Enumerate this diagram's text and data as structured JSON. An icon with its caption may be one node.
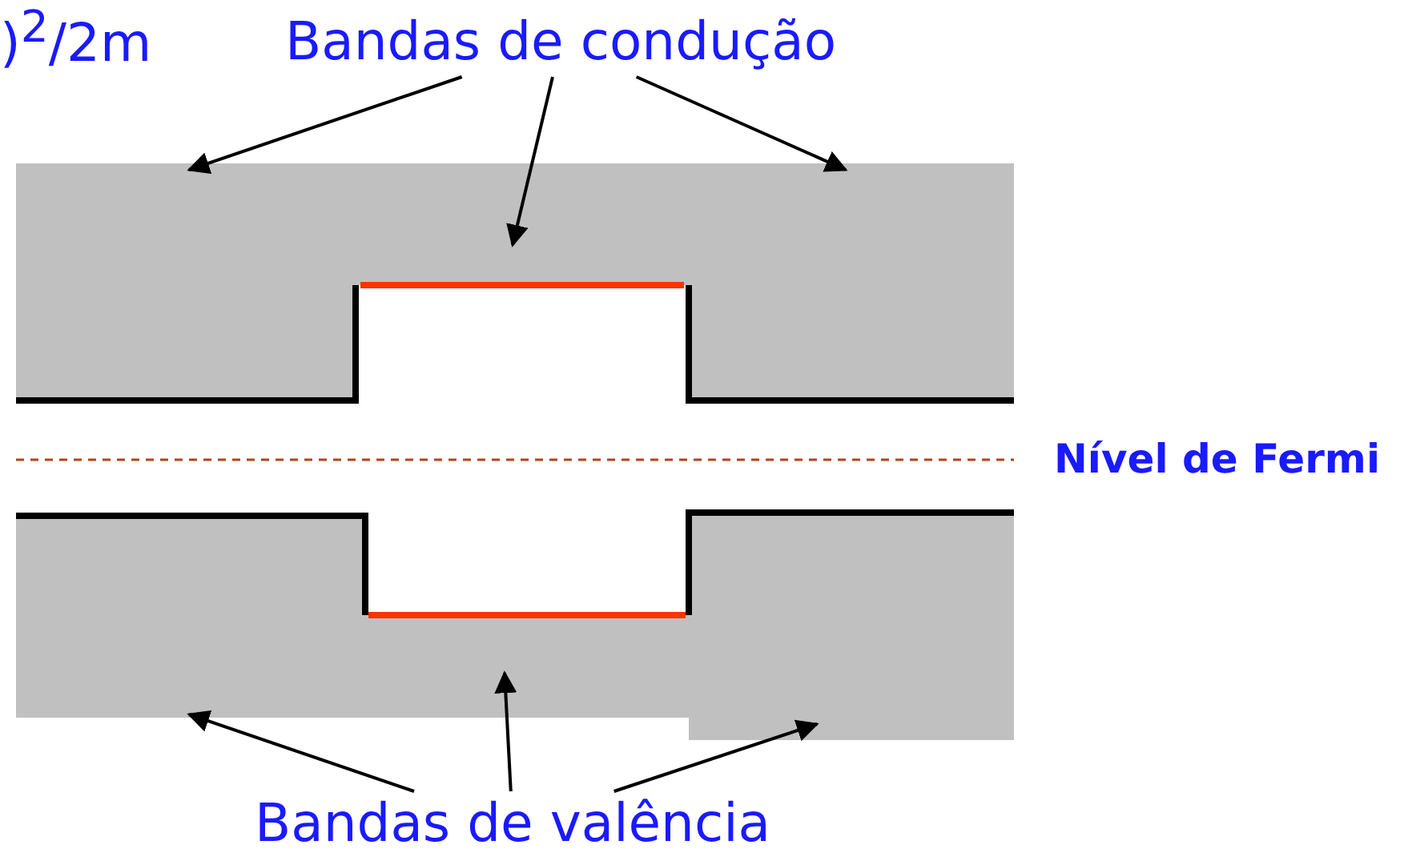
{
  "diagram": {
    "nodes": [
      {
        "text": [
          "Bandas de condução"
        ]
      },
      {
        "text": [],
        "shape": "box"
      },
      {
        "text": [],
        "shape": "box"
      },
      {
        "text": [],
        "shape": "box"
      },
      {
        "text": [
          "Bandas de valência"
        ]
      },
      {
        "text": [],
        "shape": "box"
      },
      {
        "text": [],
        "shape": "box"
      },
      {
        "text": [],
        "shape": "box"
      }
    ],
    "edges": [
      {
        "from": 0,
        "to": 1,
        "arrow": "to"
      },
      {
        "from": 0,
        "to": 2,
        "arrow": "to"
      },
      {
        "from": 0,
        "to": 3,
        "arrow": "to"
      },
      {
        "from": 4,
        "to": 5,
        "arrow": "to"
      },
      {
        "from": 4,
        "to": 6,
        "arrow": "to"
      },
      {
        "from": 4,
        "to": 7,
        "arrow": "to"
      }
    ],
    "labels": [
      ")$^{2}$/2m",
      "Nível de Fermi"
    ]
  }
}
